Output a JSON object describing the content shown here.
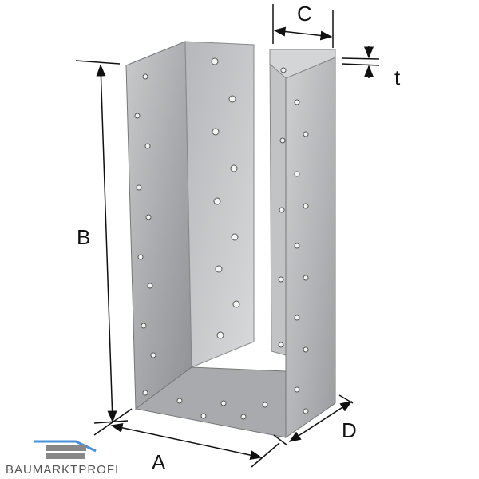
{
  "diagram": {
    "dimension_labels": {
      "a": "A",
      "b": "B",
      "c": "C",
      "d": "D",
      "t": "t"
    }
  },
  "logo": {
    "text": "BAUMARKTPROFI",
    "accent_color": "#4a90d9"
  }
}
